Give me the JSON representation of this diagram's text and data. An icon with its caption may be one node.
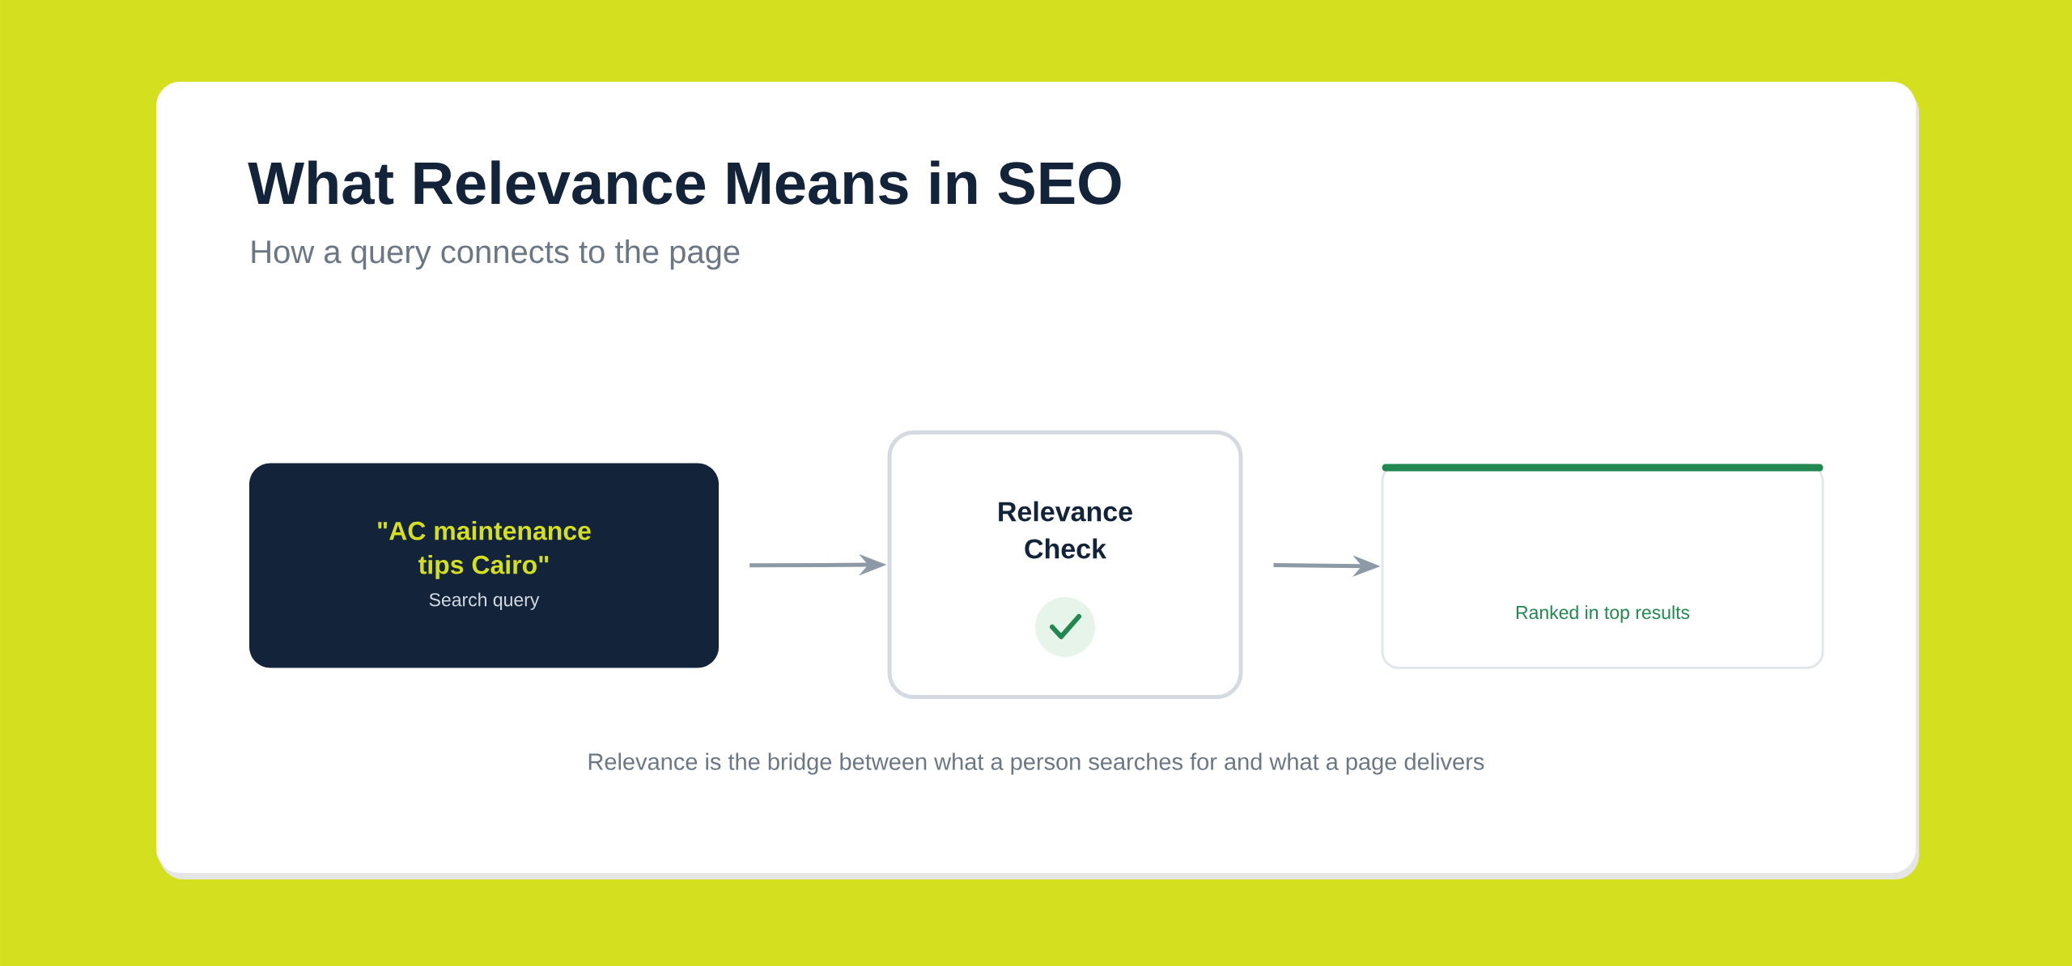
{
  "diagram": {
    "title": "What Relevance Means in SEO",
    "caption": "Relevance is the bridge between what a person searches for and what a page delivers",
    "labels": [
      "How a query connects to the page"
    ],
    "nodes": [
      {
        "text": [
          "\"AC maintenance tips Cairo\"",
          "Search query"
        ]
      },
      {
        "text": [
          "Relevance Check"
        ]
      },
      {
        "text": [
          "Ranked in top results"
        ]
      }
    ],
    "edges": [
      {
        "from": 0,
        "to": 1,
        "arrow": "to"
      },
      {
        "from": 1,
        "to": 2,
        "arrow": "to"
      }
    ]
  }
}
